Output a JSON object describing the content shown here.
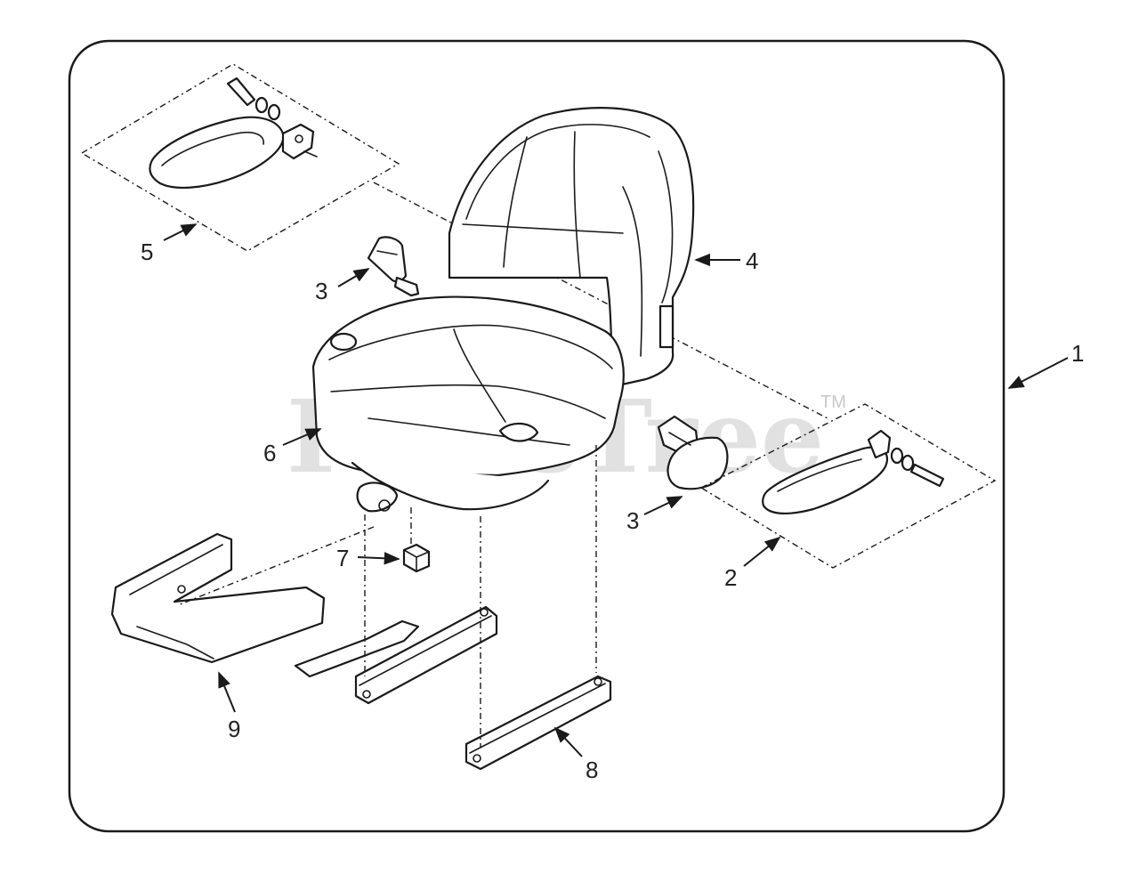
{
  "watermark": {
    "text": "PartsTree",
    "tm": "TM"
  },
  "callouts": [
    {
      "id": "c1",
      "label": "1"
    },
    {
      "id": "c2",
      "label": "2"
    },
    {
      "id": "c3a",
      "label": "3"
    },
    {
      "id": "c3b",
      "label": "3"
    },
    {
      "id": "c4",
      "label": "4"
    },
    {
      "id": "c5",
      "label": "5"
    },
    {
      "id": "c6",
      "label": "6"
    },
    {
      "id": "c7",
      "label": "7"
    },
    {
      "id": "c8",
      "label": "8"
    },
    {
      "id": "c9",
      "label": "9"
    }
  ]
}
